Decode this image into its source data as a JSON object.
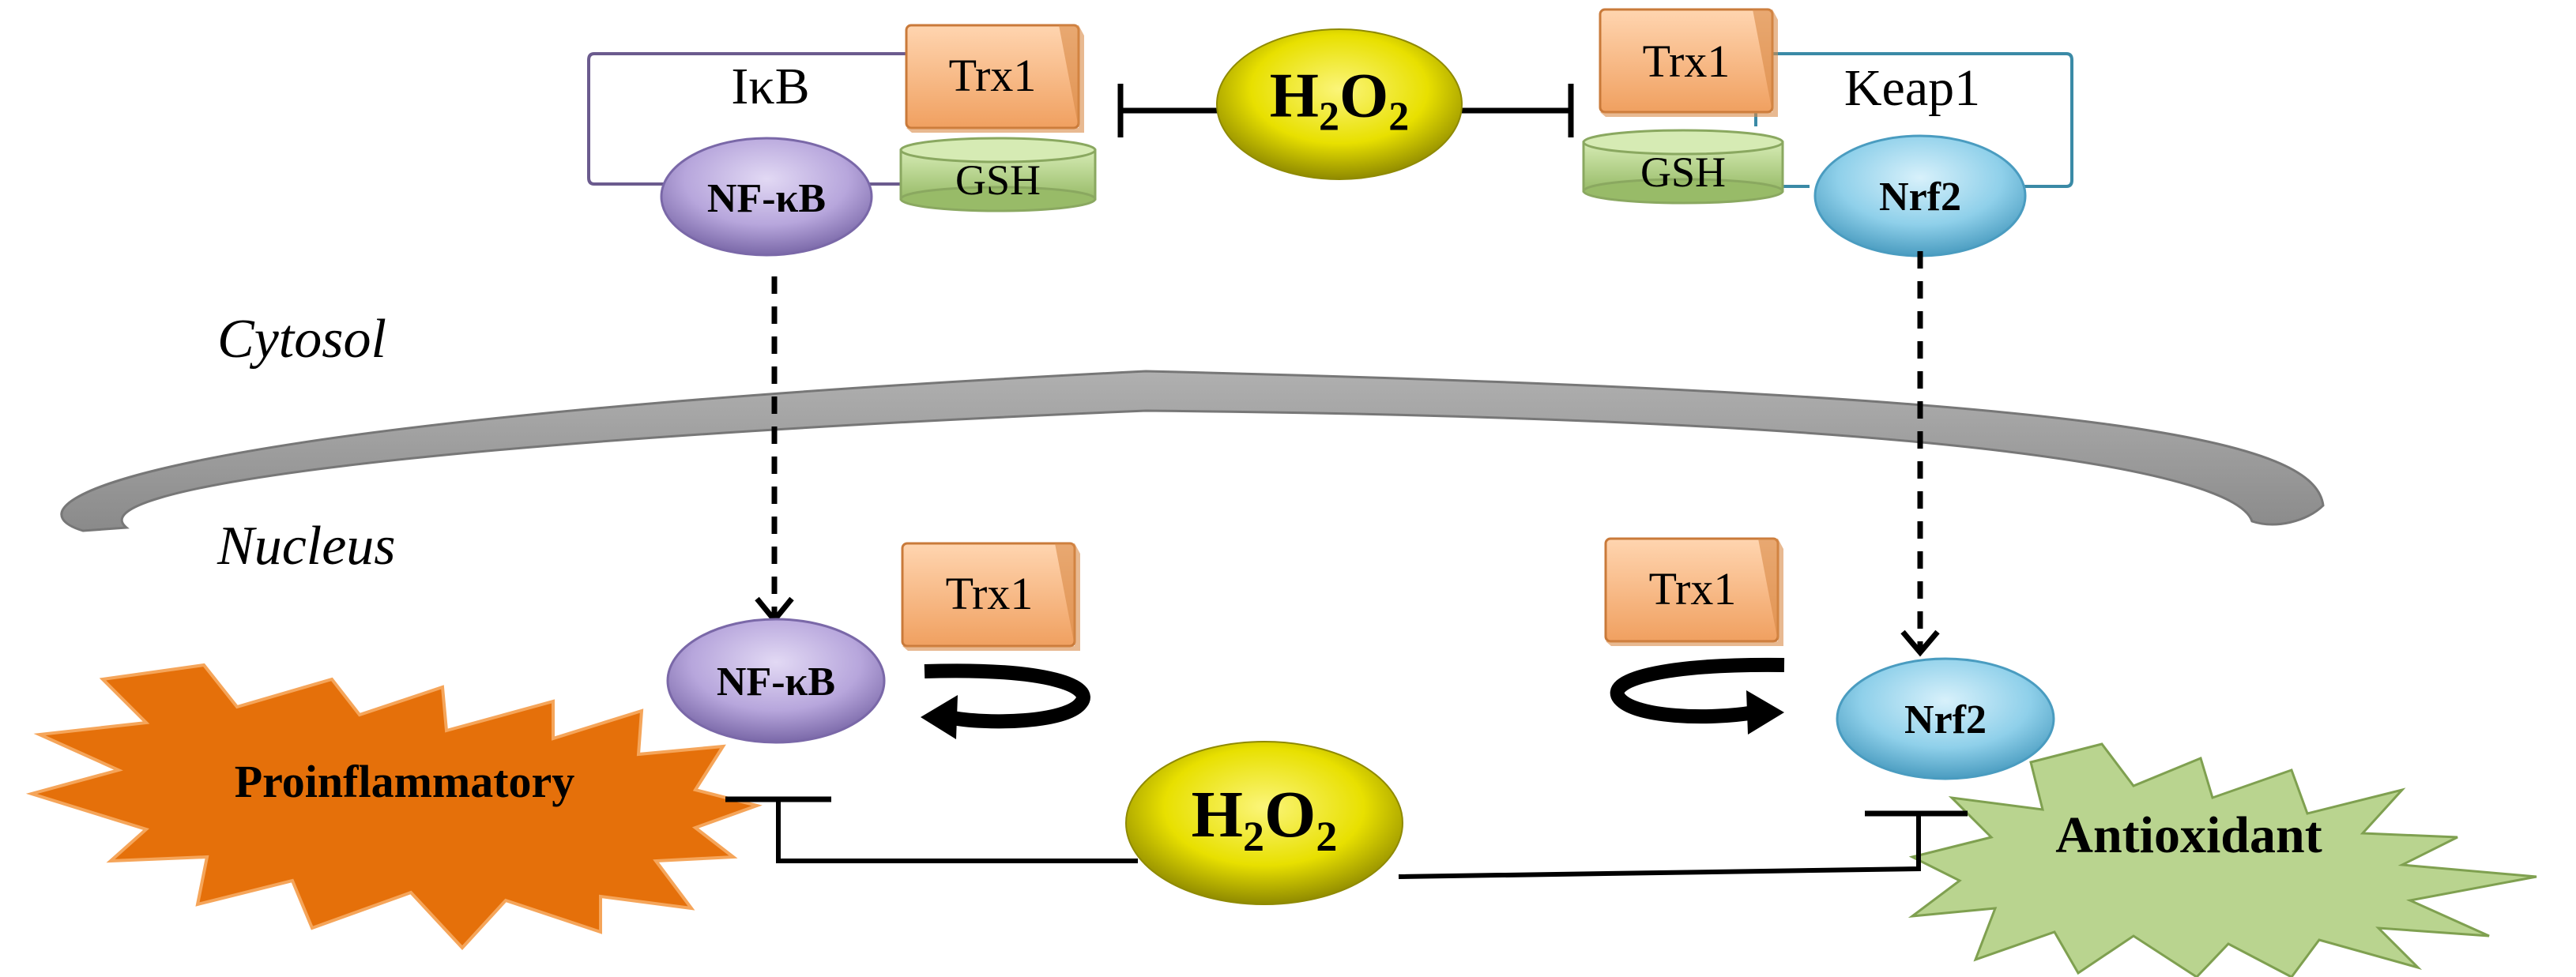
{
  "cytosol_label": "Cytosol",
  "nucleus_label": "Nucleus",
  "top_h2o2": {
    "base1": "H",
    "sub1": "2",
    "base2": "O",
    "sub2": "2"
  },
  "bottom_h2o2": {
    "base1": "H",
    "sub1": "2",
    "base2": "O",
    "sub2": "2"
  },
  "left_complex": {
    "ikb": "IκB",
    "trx1": "Trx1",
    "gsh": "GSH",
    "nfkb": "NF-κB"
  },
  "right_complex": {
    "keap1": "Keap1",
    "trx1": "Trx1",
    "gsh": "GSH",
    "nrf2": "Nrf2"
  },
  "nucleus_left": {
    "nfkb": "NF-κB",
    "trx1": "Trx1"
  },
  "nucleus_right": {
    "nrf2": "Nrf2",
    "trx1": "Trx1"
  },
  "proinflammatory_label": "Proinflammatory",
  "antioxidant_label": "Antioxidant",
  "colors": {
    "h2o2": "#e8e000",
    "trx1": "#f5b07a",
    "gsh": "#b5d48a",
    "nfkb": "#b7a6dc",
    "nrf2": "#8fd0ea",
    "proinflammatory": "#e5700a",
    "antioxidant": "#b9d48f",
    "membrane": "#9a9a9a"
  }
}
